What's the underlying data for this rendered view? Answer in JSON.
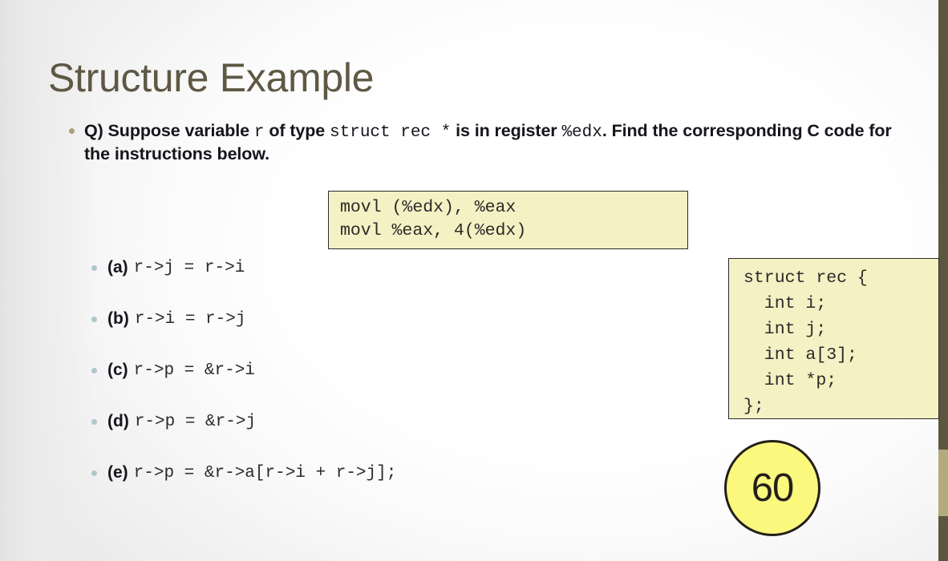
{
  "slide": {
    "title": "Structure Example",
    "page_number": "60",
    "accent_title_color": "#5e5844",
    "code_box_bg": "#f4f1c4",
    "code_box_border": "#2b2b2b",
    "page_circle_bg": "#fbf87e",
    "right_bar_color": "#5d563f",
    "right_bar_accent_color": "#b3ab7e",
    "bullet_lvl1_color": "#a9a27a",
    "bullet_lvl2_color": "#aec7ce"
  },
  "question": {
    "parts": [
      {
        "text": "Q) Suppose variable ",
        "mono": false
      },
      {
        "text": "r",
        "mono": true
      },
      {
        "text": " of type ",
        "mono": false
      },
      {
        "text": "struct rec *",
        "mono": true
      },
      {
        "text": " is in register ",
        "mono": false
      },
      {
        "text": "%edx",
        "mono": true
      },
      {
        "text": ". Find the corresponding C code for the instructions below.",
        "mono": false
      }
    ],
    "plain": "Q) Suppose variable r of type struct rec * is in register %edx. Find the corresponding C code for the instructions below."
  },
  "movl_box": {
    "lines": [
      "movl (%edx), %eax",
      "movl %eax, 4(%edx)"
    ]
  },
  "struct_box": {
    "lines": [
      "struct rec {",
      "  int i;",
      "  int j;",
      "  int a[3];",
      "  int *p;",
      "};"
    ]
  },
  "choices": [
    {
      "label": "(a)",
      "code": "r->j = r->i"
    },
    {
      "label": "(b)",
      "code": "r->i = r->j"
    },
    {
      "label": "(c)",
      "code": "r->p = &r->i"
    },
    {
      "label": "(d)",
      "code": "r->p = &r->j"
    },
    {
      "label": "(e)",
      "code": "r->p = &r->a[r->i + r->j];"
    }
  ]
}
